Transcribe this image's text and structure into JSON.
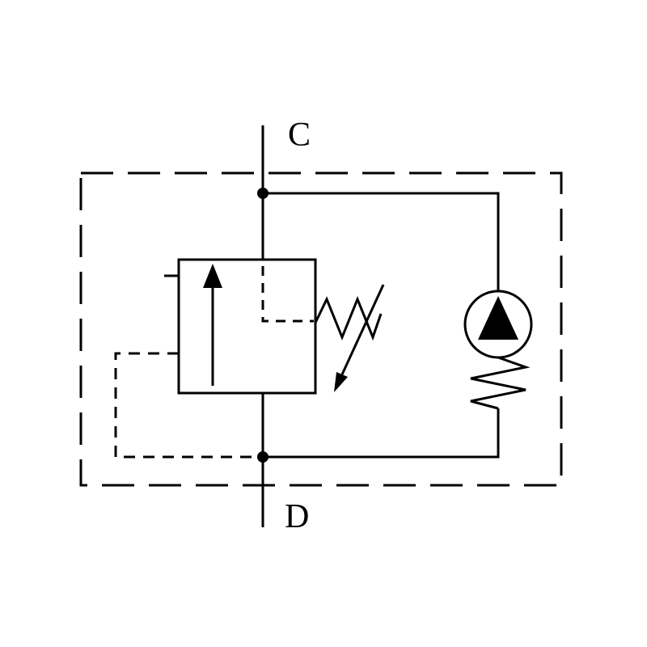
{
  "diagram": {
    "background": "#ffffff",
    "line_color": "#000000",
    "ports": {
      "top": "C",
      "bottom": "D"
    },
    "icons": {
      "enclosure": "dashed-component-boundary",
      "main_valve": "pressure-valve-envelope-with-flow-arrow",
      "valve_spring": "adjustable-spring-zigzag",
      "adjustment": "diagonal-adjustment-arrow",
      "check_valve": "spring-loaded-check-valve",
      "pilot_line": "dashed-pilot-drain-line",
      "junctions": "junction-dots"
    }
  }
}
